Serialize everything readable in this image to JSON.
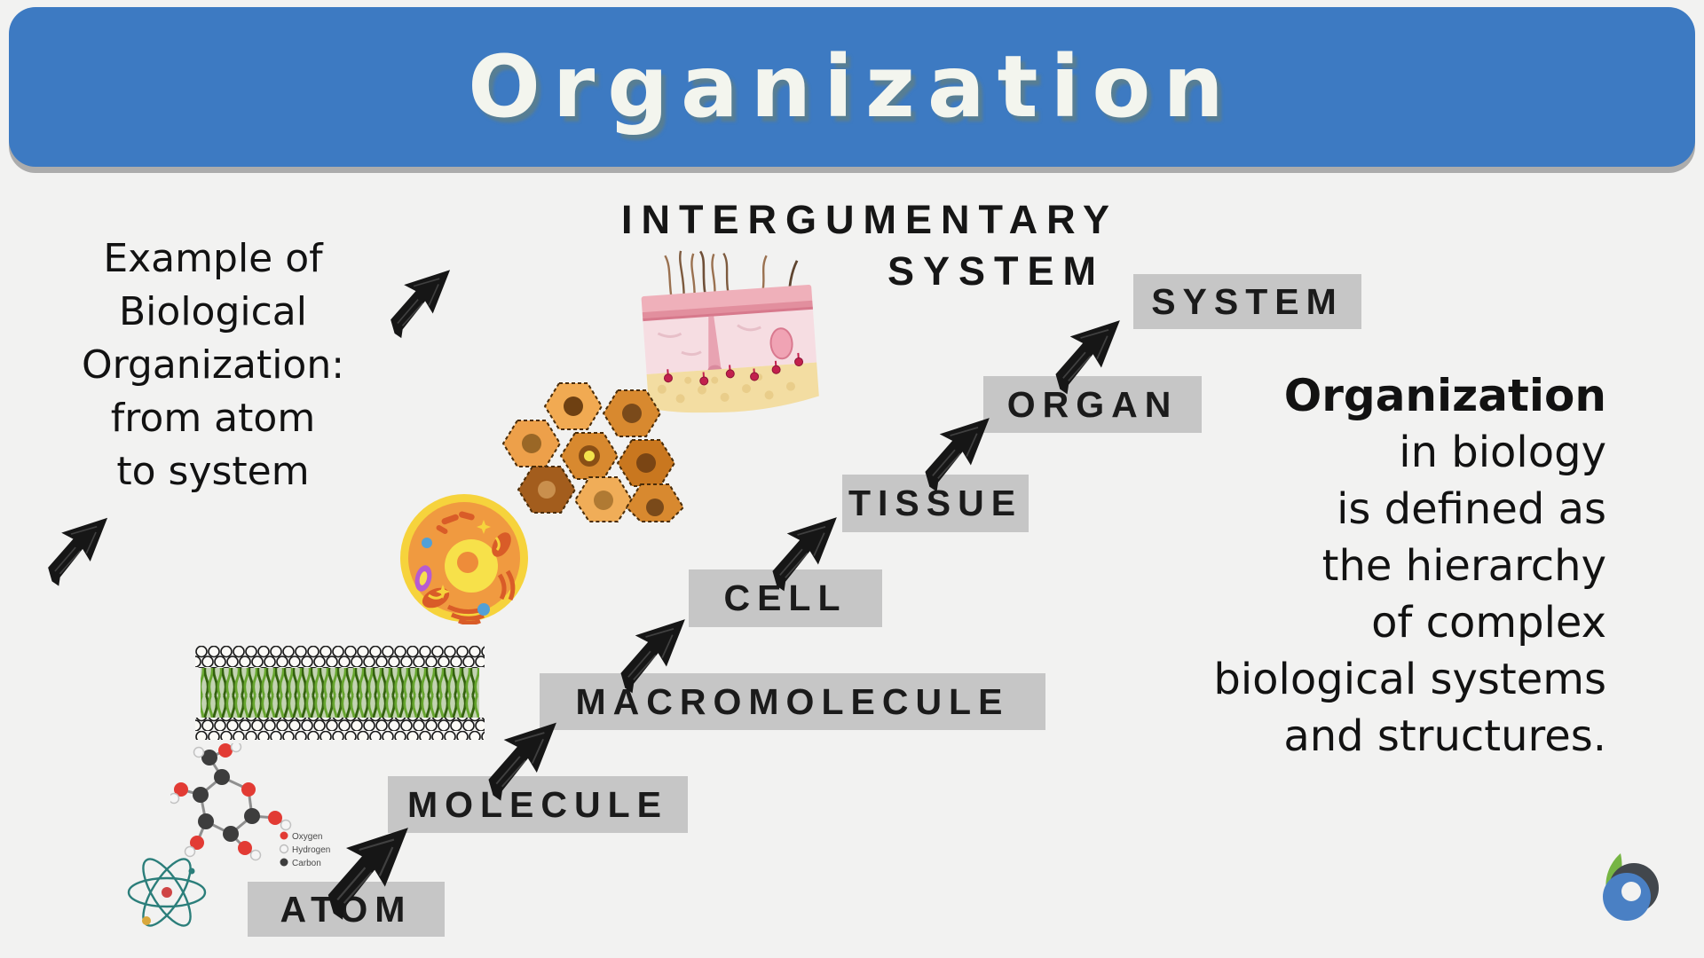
{
  "title": "Organization",
  "left_note": {
    "lines": [
      "Example of",
      "Biological",
      "Organization:",
      "from atom",
      "to system"
    ]
  },
  "heading": {
    "line1": "INTERGUMENTARY",
    "line2": "SYSTEM"
  },
  "steps": [
    {
      "label": "ATOM"
    },
    {
      "label": "MOLECULE"
    },
    {
      "label": "MACROMOLECULE"
    },
    {
      "label": "CELL"
    },
    {
      "label": "TISSUE"
    },
    {
      "label": "ORGAN"
    },
    {
      "label": "SYSTEM"
    }
  ],
  "definition": {
    "emphasis": "Organization",
    "lines": [
      "in biology",
      "is defined as",
      "the hierarchy",
      "of complex",
      "biological systems",
      "and structures."
    ]
  },
  "molecule_legend": [
    {
      "label": "Oxygen",
      "color": "#e23b34"
    },
    {
      "label": "Hydrogen",
      "color": "#f5f5f5"
    },
    {
      "label": "Carbon",
      "color": "#3d3d3d"
    }
  ],
  "colors": {
    "banner": "#3d7ac2",
    "label_box": "#c6c6c6",
    "background": "#f2f2f1",
    "arrow": "#161616",
    "title_text": "#f3f5ee"
  }
}
